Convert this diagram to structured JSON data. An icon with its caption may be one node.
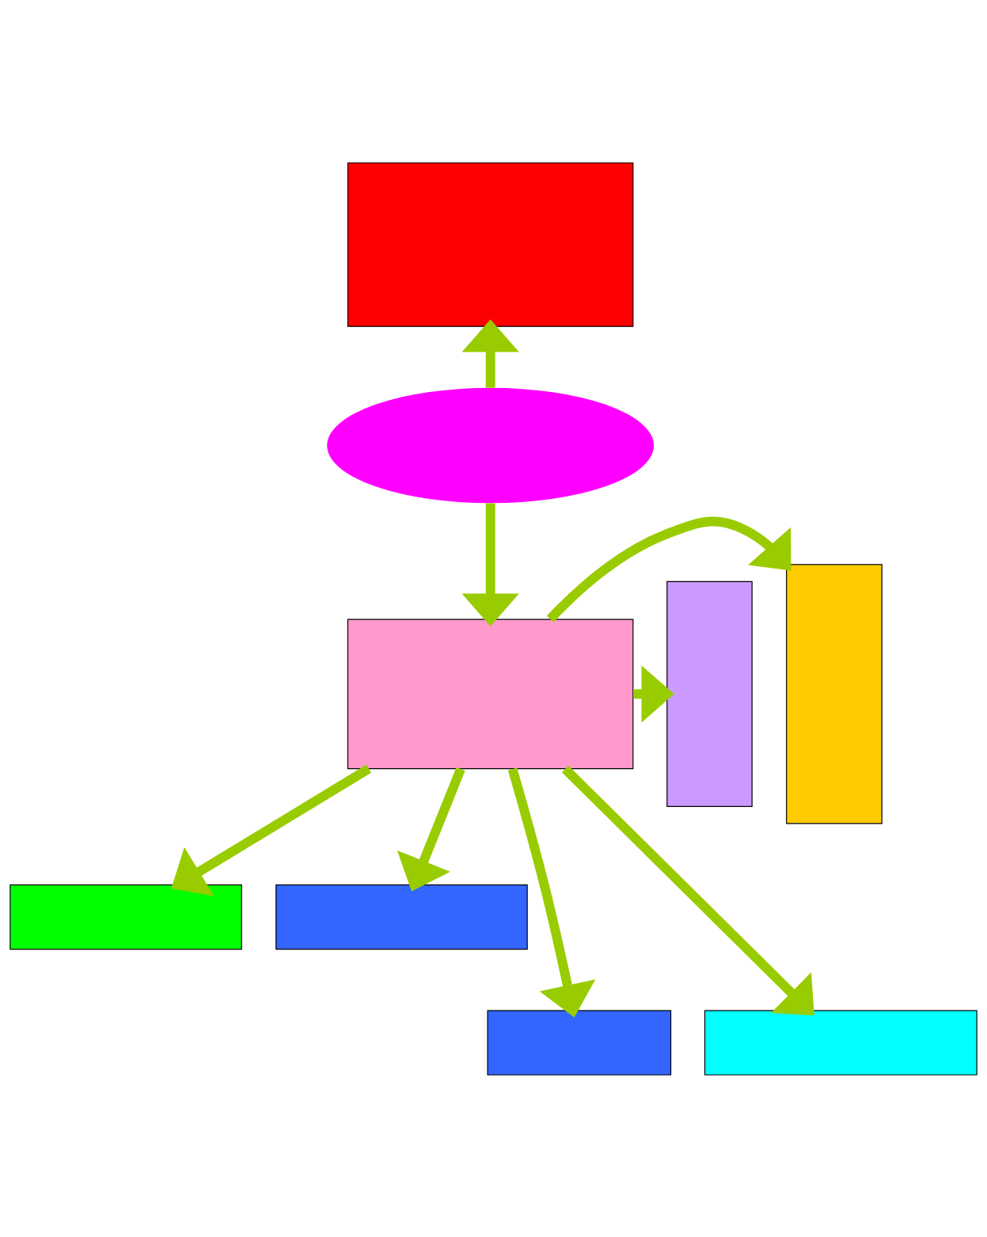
{
  "diagram": {
    "nodes": [
      {
        "text": [],
        "shape": "wave"
      },
      {
        "text": [],
        "shape": "ellipse"
      },
      {
        "text": [],
        "shape": "box"
      },
      {
        "text": [],
        "shape": "wave"
      },
      {
        "text": [],
        "shape": "box"
      },
      {
        "text": [],
        "shape": "box"
      },
      {
        "text": [],
        "shape": "box"
      },
      {
        "text": [],
        "shape": "box"
      },
      {
        "text": [],
        "shape": "box"
      }
    ],
    "edges": [
      {
        "from": 1,
        "to": 0,
        "arrow": "to"
      },
      {
        "from": 1,
        "to": 3,
        "arrow": "to"
      },
      {
        "from": 3,
        "to": 2,
        "arrow": "to"
      },
      {
        "from": 3,
        "to": 4,
        "arrow": "to"
      },
      {
        "from": 3,
        "to": 5,
        "arrow": "to"
      },
      {
        "from": 3,
        "to": 7,
        "arrow": "to"
      },
      {
        "from": 3,
        "to": 8,
        "arrow": "to"
      },
      {
        "from": 3,
        "to": 6,
        "arrow": "to"
      }
    ]
  }
}
